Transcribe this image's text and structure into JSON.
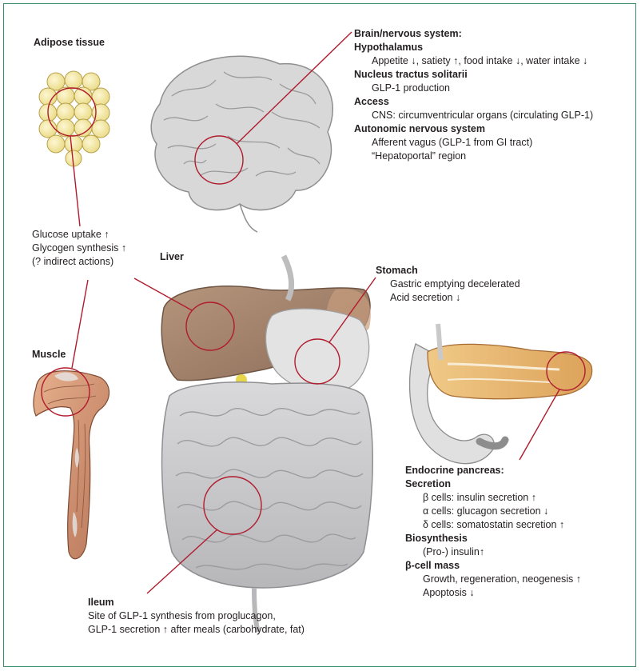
{
  "adipose": {
    "title": "Adipose tissue"
  },
  "brain": {
    "title": "Brain/nervous system:",
    "sections": [
      {
        "heading": "Hypothalamus",
        "items": [
          "Appetite ↓, satiety ↑, food intake ↓, water intake ↓"
        ]
      },
      {
        "heading": "Nucleus tractus solitarii",
        "items": [
          "GLP-1 production"
        ]
      },
      {
        "heading": "Access",
        "items": [
          "CNS: circumventricular organs (circulating GLP-1)"
        ]
      },
      {
        "heading": "Autonomic nervous system",
        "items": [
          "Afferent vagus (GLP-1 from GI tract)",
          "“Hepatoportal” region"
        ]
      }
    ]
  },
  "peripheral": {
    "lines": [
      "Glucose uptake ↑",
      "Glycogen synthesis ↑",
      "(? indirect actions)"
    ]
  },
  "liver": {
    "title": "Liver"
  },
  "stomach": {
    "title": "Stomach",
    "items": [
      "Gastric emptying decelerated",
      "Acid secretion ↓"
    ]
  },
  "muscle": {
    "title": "Muscle"
  },
  "pancreas": {
    "title": "Endocrine pancreas:",
    "sections": [
      {
        "heading": "Secretion",
        "items": [
          "β cells: insulin secretion ↑",
          "α cells: glucagon secretion ↓",
          "δ cells: somatostatin secretion ↑"
        ]
      },
      {
        "heading": "Biosynthesis",
        "items": [
          "(Pro-) insulin↑"
        ]
      },
      {
        "heading": "β-cell mass",
        "items": [
          "Growth, regeneration, neogenesis ↑",
          "Apoptosis ↓"
        ]
      }
    ]
  },
  "ileum": {
    "title": "Ileum",
    "lines": [
      "Site of GLP-1 synthesis from proglucagon,",
      "GLP-1 secretion ↑ after meals (carbohydrate, fat)"
    ]
  },
  "colors": {
    "border": "#3f8f6a",
    "callout": "#b01c2e",
    "fat": "#f5e9a6",
    "liver": "#a9876f",
    "muscle": "#d9a07c",
    "intestine": "#c9c9cb",
    "pancreas": "#e8b56a",
    "brain": "#d6d6d6"
  }
}
